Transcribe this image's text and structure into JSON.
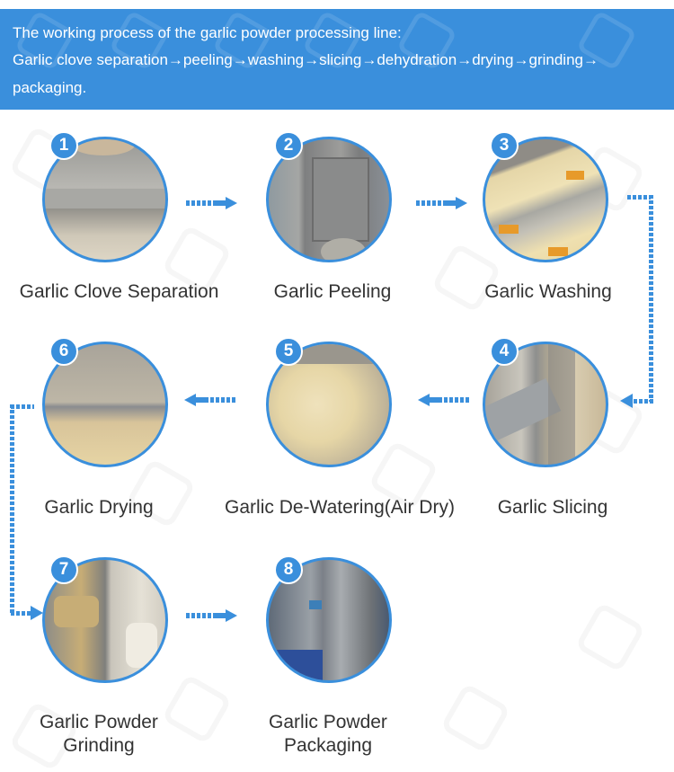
{
  "header": {
    "line1": "The working process of the garlic powder processing line:",
    "line2": "Garlic clove separation→peeling→washing→slicing→dehydration→drying→grinding→",
    "line3": "packaging."
  },
  "colors": {
    "accent": "#3a8fdc",
    "label_text": "#333333"
  },
  "steps": [
    {
      "number": "1",
      "label": "Garlic Clove Separation",
      "image": "clove-separator-machine-photo"
    },
    {
      "number": "2",
      "label": "Garlic Peeling",
      "image": "peeling-machine-photo"
    },
    {
      "number": "3",
      "label": "Garlic Washing",
      "image": "washing-machine-photo"
    },
    {
      "number": "4",
      "label": "Garlic Slicing",
      "image": "slicing-machine-photo"
    },
    {
      "number": "5",
      "label": "Garlic De-Watering(Air Dry)",
      "image": "dewatering-conveyor-photo"
    },
    {
      "number": "6",
      "label": "Garlic Drying",
      "image": "drying-belt-photo"
    },
    {
      "number": "7",
      "label_line1": "Garlic Powder",
      "label_line2": "Grinding",
      "image": "grinding-machine-photo"
    },
    {
      "number": "8",
      "label_line1": "Garlic Powder",
      "label_line2": "Packaging",
      "image": "packaging-machine-photo"
    }
  ],
  "connectors": [
    "arrow-right",
    "arrow-right",
    "dotted-elbow-down",
    "arrow-left",
    "arrow-left",
    "dotted-elbow-down-left",
    "arrow-right"
  ]
}
